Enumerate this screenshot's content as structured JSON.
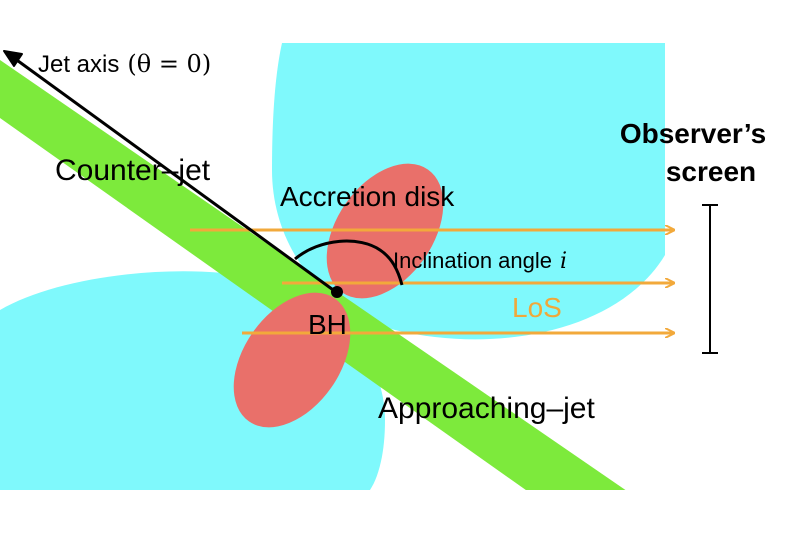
{
  "labels": {
    "jet_axis": "Jet axis",
    "jet_axis_math": "(θ = 0)",
    "counter_jet": "Counter–jet",
    "accretion_disk": "Accretion disk",
    "inclination": "Inclination angle",
    "inclination_symbol": "i",
    "los": "LoS",
    "bh": "BH",
    "approaching_jet": "Approaching–jet",
    "observer_line1": "Observer’s",
    "observer_line2": "screen"
  },
  "colors": {
    "cyan_region": "#7ff9fc",
    "jet": "#7dea3c",
    "disk": "#e9706a",
    "los_arrow": "#f2a93b",
    "los_text": "#f0a83a",
    "ink": "#000000"
  }
}
